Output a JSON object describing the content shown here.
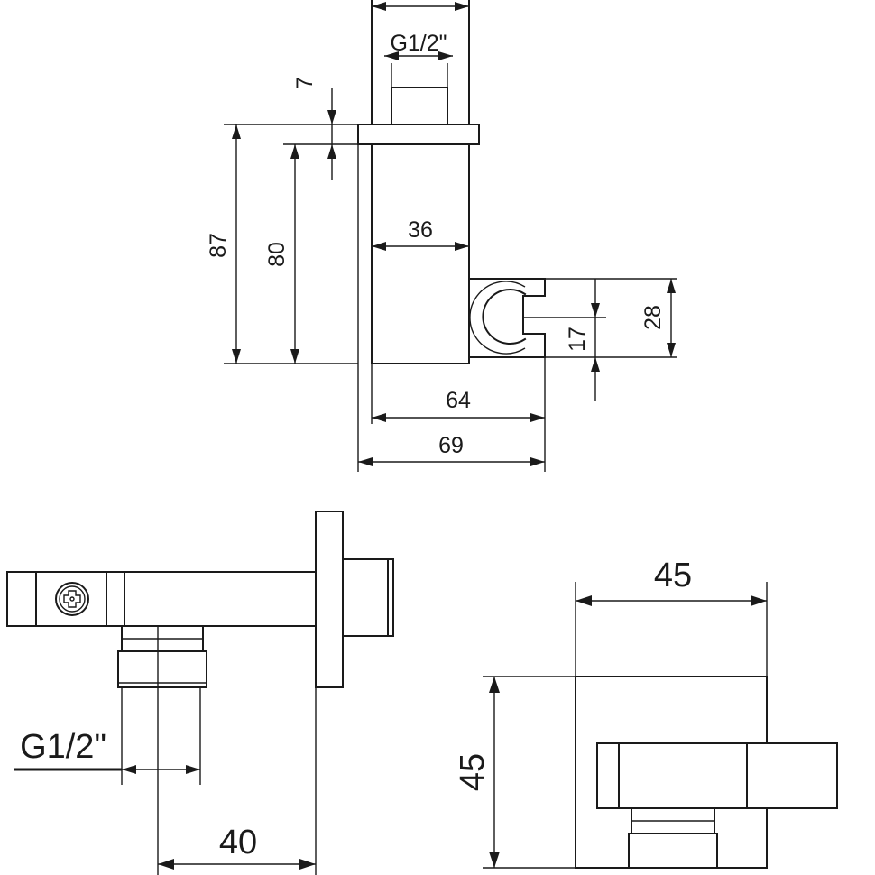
{
  "dimensions": {
    "top_thread": "G1/2\"",
    "flange_thickness": "7",
    "total_height": "87",
    "body_height": "80",
    "body_width": "36",
    "holder_height": "28",
    "holder_clip": "17",
    "projection_body": "64",
    "projection_total": "69",
    "side_thread": "G1/2\"",
    "side_depth": "40",
    "front_width": "45",
    "front_height": "45"
  }
}
